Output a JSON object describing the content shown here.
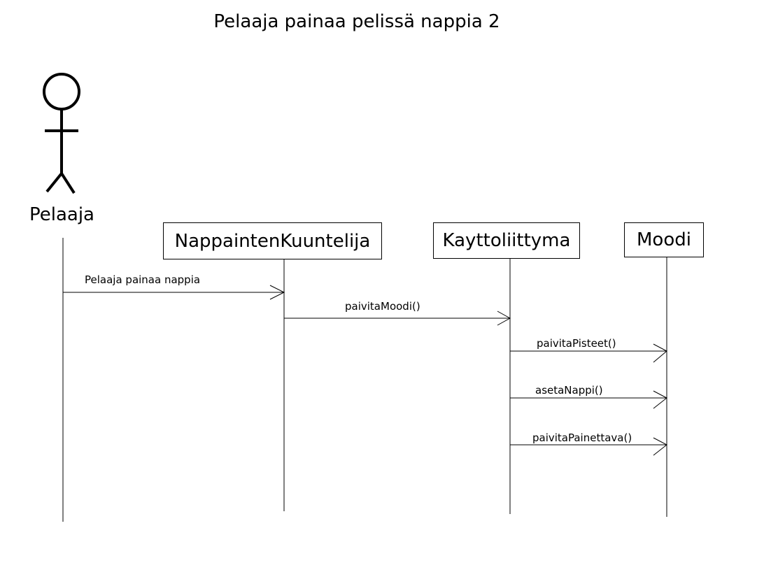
{
  "title": "Pelaaja painaa pelissä nappia 2",
  "actor": {
    "label": "Pelaaja"
  },
  "participants": [
    {
      "name": "NappaintenKuuntelija"
    },
    {
      "name": "Kayttoliittyma"
    },
    {
      "name": "Moodi"
    }
  ],
  "messages": [
    {
      "label": "Pelaaja painaa nappia",
      "from": "Pelaaja",
      "to": "NappaintenKuuntelija"
    },
    {
      "label": "paivitaMoodi()",
      "from": "NappaintenKuuntelija",
      "to": "Kayttoliittyma"
    },
    {
      "label": "paivitaPisteet()",
      "from": "Kayttoliittyma",
      "to": "Moodi"
    },
    {
      "label": "asetaNappi()",
      "from": "Kayttoliittyma",
      "to": "Moodi"
    },
    {
      "label": "paivitaPainettava()",
      "from": "Kayttoliittyma",
      "to": "Moodi"
    }
  ]
}
